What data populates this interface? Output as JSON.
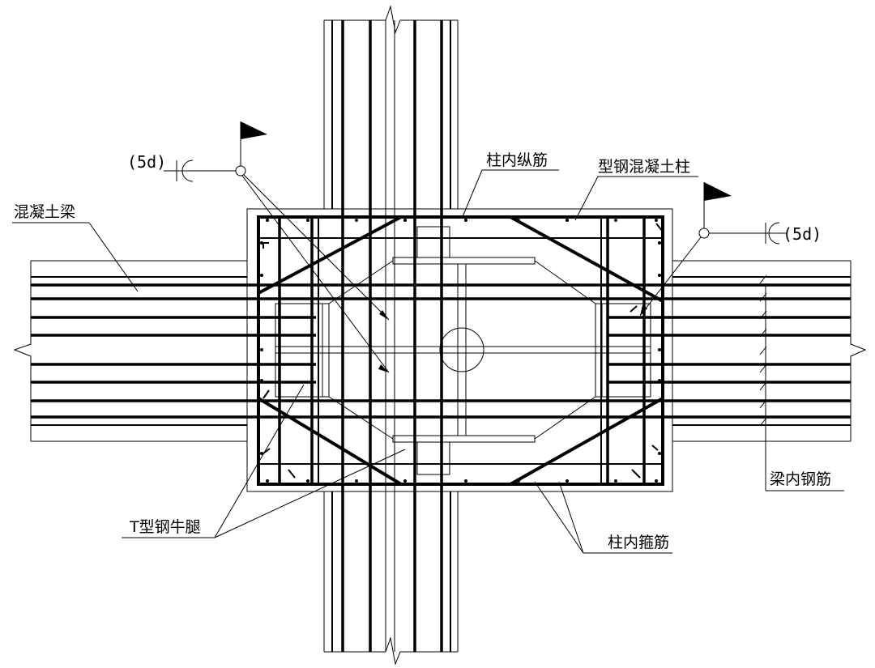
{
  "labels": {
    "concrete_beam": "混凝土梁",
    "column_longitudinal_rebar": "柱内纵筋",
    "steel_reinforced_concrete_column": "型钢混凝土柱",
    "beam_rebar": "梁内钢筋",
    "t_steel_corbel": "T型钢牛腿",
    "column_stirrup": "柱内箍筋",
    "weld_left": "(5d)",
    "weld_right": "(5d)"
  }
}
